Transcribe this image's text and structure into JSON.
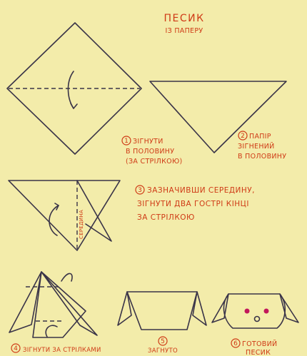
{
  "title": "ПЕСИК",
  "subtitle": "ІЗ ПАПЕРУ",
  "steps": [
    {
      "num": "1",
      "lines": [
        "ЗІГНУТИ",
        "В ПОЛОВИНУ",
        "(ЗА СТРІЛКОЮ)"
      ]
    },
    {
      "num": "2",
      "lines": [
        "ПАПІР",
        "ЗІГНЕНИЙ",
        "В ПОЛОВИНУ"
      ]
    },
    {
      "num": "3",
      "lines": [
        "ЗАЗНАЧИВШИ СЕРЕДИНУ,",
        "ЗІГНУТИ ДВА ГОСТРІ КІНЦІ",
        "ЗА СТРІЛКОЮ"
      ]
    },
    {
      "num": "4",
      "lines": [
        "ЗІГНУТИ ЗА СТРІЛКАМИ"
      ]
    },
    {
      "num": "5",
      "lines": [
        "ЗАГНУТО"
      ]
    },
    {
      "num": "6",
      "lines": [
        "ГОТОВИЙ",
        "ПЕСИК"
      ]
    }
  ],
  "middle_label": "СЕРЕДИНА",
  "colors": {
    "background": "#f3ecaa",
    "ink": "#3a3448",
    "text": "#cf3a16",
    "eyes": "#c2185b"
  }
}
